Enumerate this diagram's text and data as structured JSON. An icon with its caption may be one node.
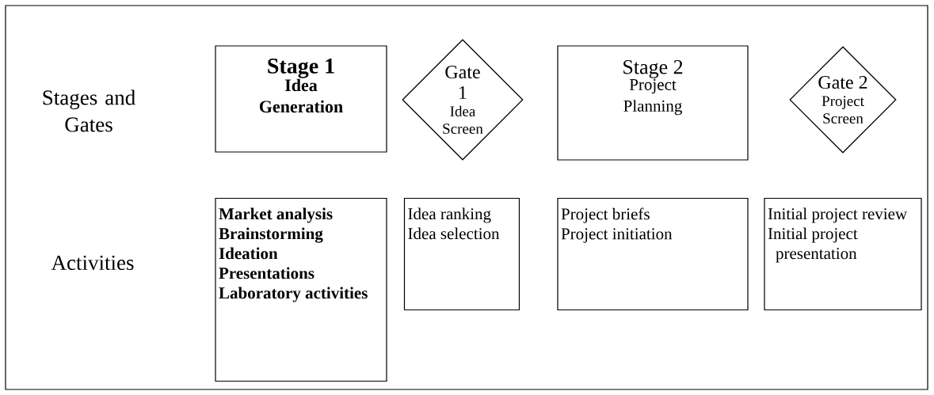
{
  "diagram": {
    "nodes": [
      {
        "text": [
          "Stage 1",
          "Idea Generation"
        ]
      },
      {
        "text": [
          "Gate 1",
          "Idea Screen"
        ]
      },
      {
        "text": [
          "Stage 2",
          "Project Planning"
        ]
      },
      {
        "text": [
          "Gate 2",
          "Project Screen"
        ]
      },
      {
        "text": [
          "Market analysis",
          "Brainstorming",
          "Ideation",
          "Presentations",
          "Laboratory activities"
        ]
      },
      {
        "text": [
          "Idea ranking",
          "Idea selection"
        ]
      },
      {
        "text": [
          "Project briefs",
          "Project initiation"
        ]
      },
      {
        "text": [
          "Initial project review",
          "Initial project presentation"
        ]
      }
    ],
    "labels": [
      "Stages and Gates",
      "Activities"
    ]
  }
}
